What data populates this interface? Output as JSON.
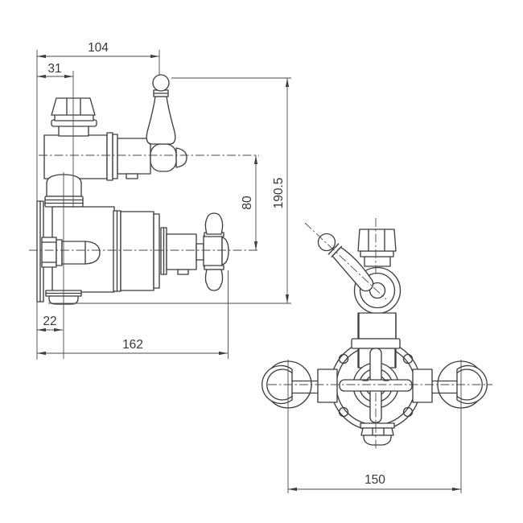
{
  "drawing": {
    "kind": "technical-dimension-drawing",
    "views": {
      "side": {
        "name": "side elevation"
      },
      "front": {
        "name": "front elevation"
      }
    }
  },
  "dimensions": {
    "d104": "104",
    "d31": "31",
    "d80": "80",
    "d190_5": "190.5",
    "d22": "22",
    "d162": "162",
    "d150": "150"
  },
  "colors": {
    "line": "#3f3f3f",
    "thin_line": "#4a4a4a",
    "text": "#383838",
    "background": "#ffffff"
  }
}
